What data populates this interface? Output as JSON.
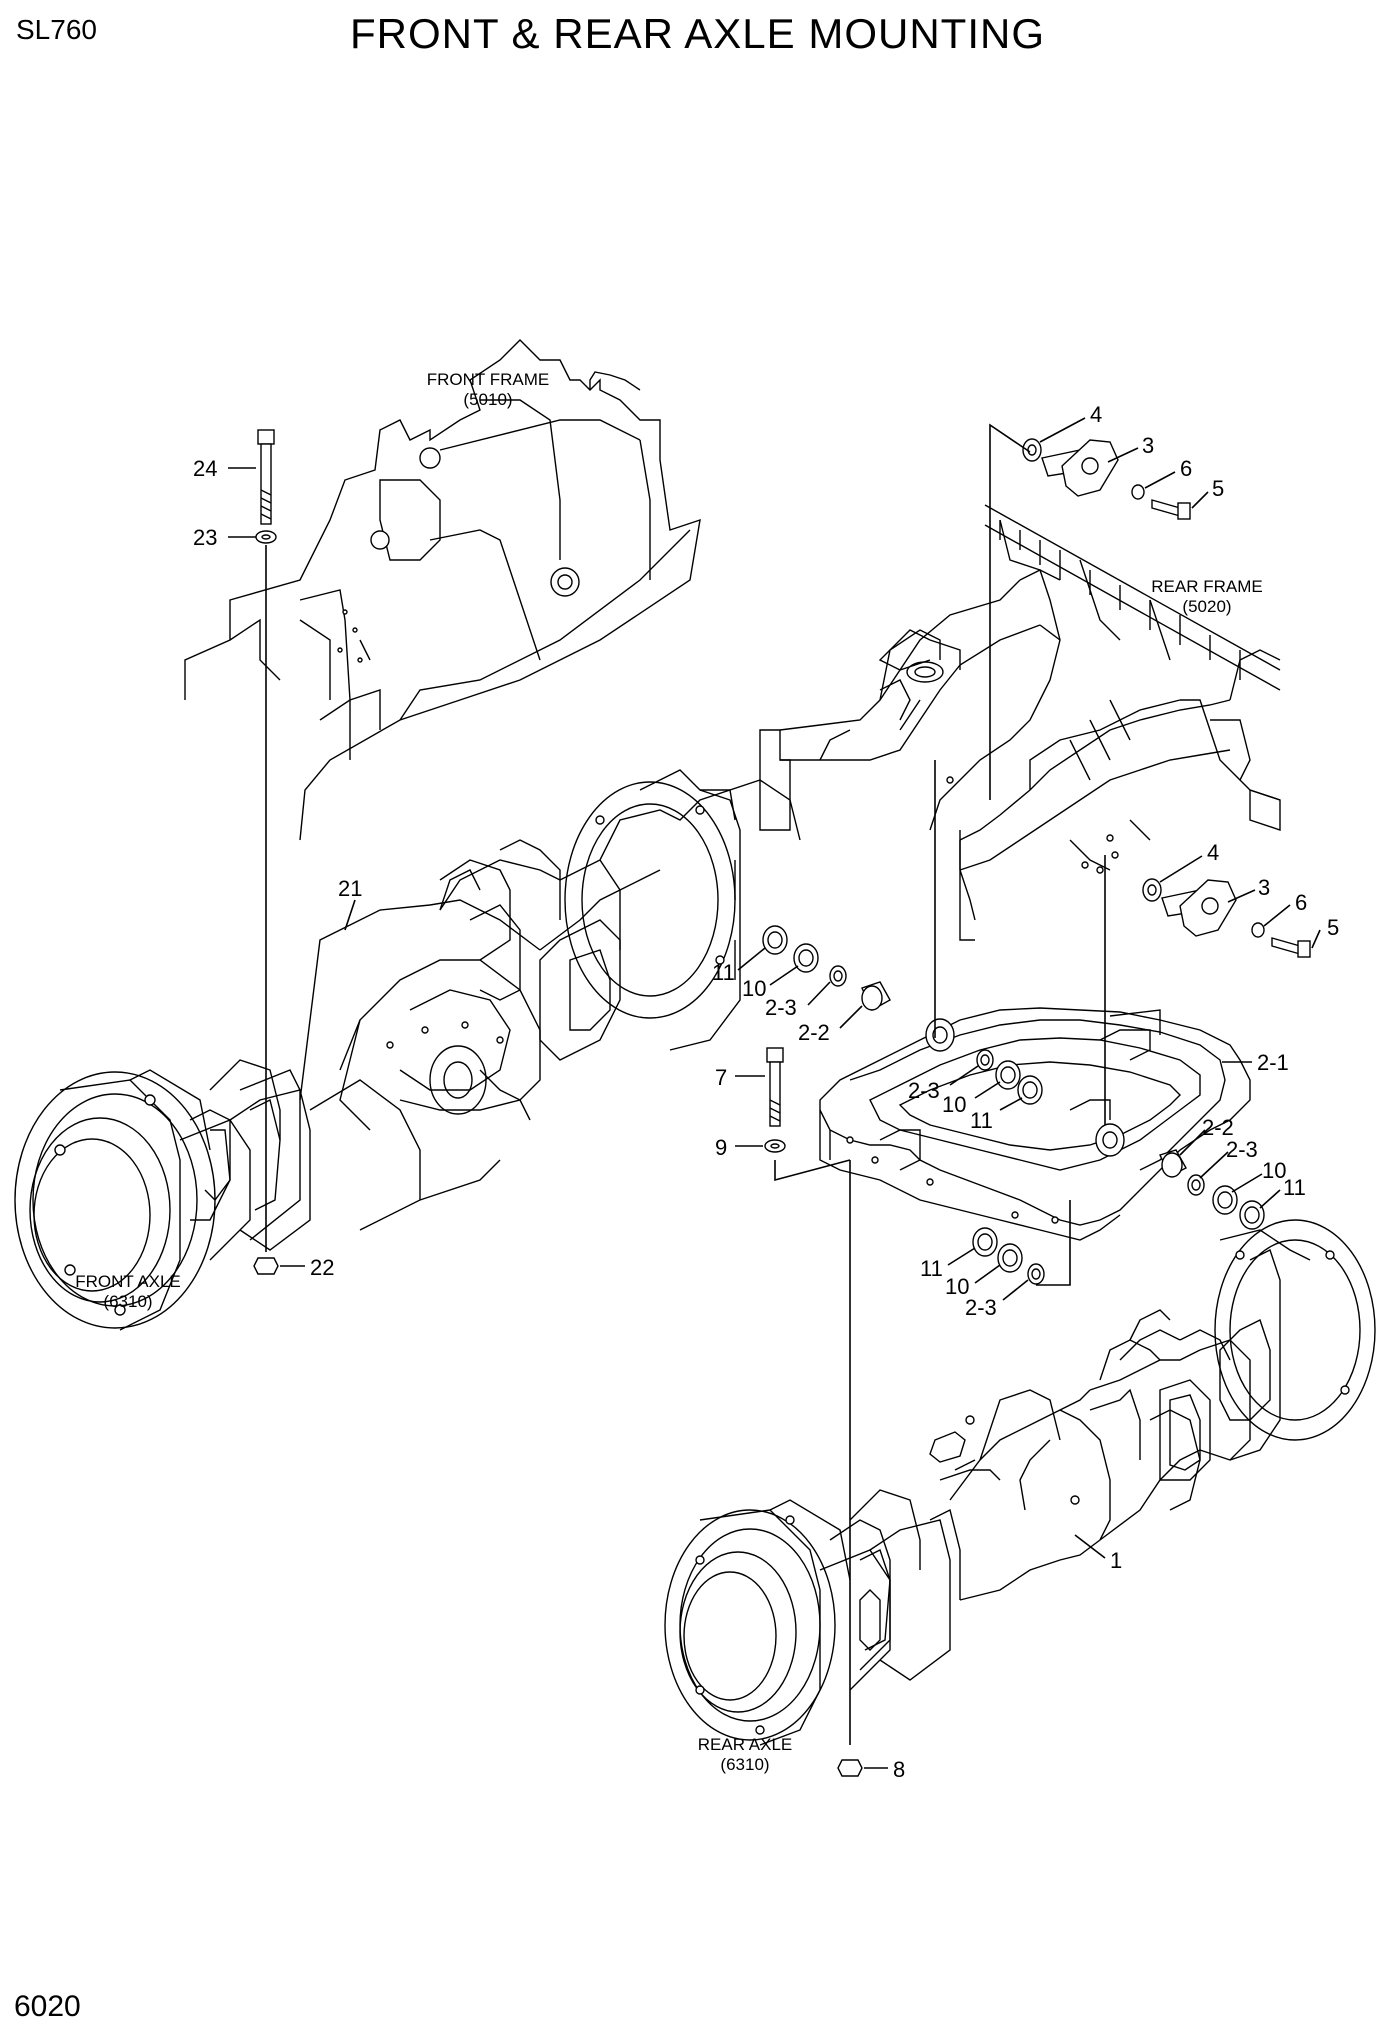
{
  "header": {
    "model": "SL760",
    "title": "FRONT & REAR AXLE MOUNTING"
  },
  "footer": {
    "page_number": "6020"
  },
  "captions": {
    "front_frame": [
      "FRONT FRAME",
      "(5010)"
    ],
    "rear_frame": [
      "REAR FRAME",
      "(5020)"
    ],
    "front_axle": [
      "FRONT AXLE",
      "(6310)"
    ],
    "rear_axle": [
      "REAR AXLE",
      "(6310)"
    ]
  },
  "callouts": [
    "24",
    "23",
    "21",
    "22",
    "4",
    "3",
    "6",
    "5",
    "4",
    "3",
    "6",
    "5",
    "11",
    "10",
    "2-3",
    "2-2",
    "2-1",
    "7",
    "2-3",
    "10",
    "11",
    "9",
    "2-2",
    "2-3",
    "10",
    "11",
    "11",
    "10",
    "2-3",
    "1",
    "8"
  ]
}
